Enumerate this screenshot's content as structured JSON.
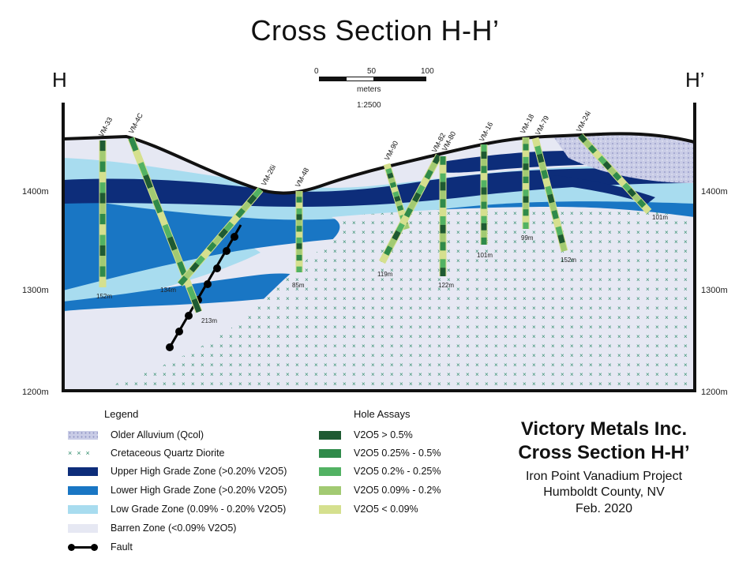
{
  "title": "Cross Section H-H’",
  "ends": {
    "left": "H",
    "right": "H’"
  },
  "scale_bar": {
    "ticks": [
      "0",
      "50",
      "100"
    ],
    "unit": "meters",
    "ratio": "1:2500"
  },
  "elevations": {
    "e1400": "1400m",
    "e1300": "1300m",
    "e1200": "1200m"
  },
  "holes": [
    {
      "name": "VM-33",
      "depth": "152m"
    },
    {
      "name": "VM-4C",
      "depth": "134m"
    },
    {
      "name": "VM-26i",
      "depth": "213m"
    },
    {
      "name": "VM-48",
      "depth": "85m"
    },
    {
      "name": "VM-90",
      "depth": "119m"
    },
    {
      "name": "VM-82",
      "depth": ""
    },
    {
      "name": "VM-80",
      "depth": "122m"
    },
    {
      "name": "VM-16",
      "depth": "101m"
    },
    {
      "name": "VM-18",
      "depth": "99m"
    },
    {
      "name": "VM-79",
      "depth": "152m"
    },
    {
      "name": "VM-24i",
      "depth": "101m"
    }
  ],
  "legend": {
    "title": "Legend",
    "items": [
      {
        "label": "Older Alluvium (Qcol)",
        "color": "#c9cce6"
      },
      {
        "label": "Cretaceous Quartz Diorite",
        "color": "#2e8b6a"
      },
      {
        "label": "Upper High Grade Zone (>0.20% V2O5)",
        "color": "#0d2d7a"
      },
      {
        "label": "Lower High Grade Zone (>0.20% V2O5)",
        "color": "#1976c4"
      },
      {
        "label": "Low Grade Zone (0.09% - 0.20% V2O5)",
        "color": "#a8dcef"
      },
      {
        "label": "Barren Zone (<0.09% V2O5)",
        "color": "#e6e8f3"
      },
      {
        "label": "Fault",
        "color": "#000000"
      }
    ]
  },
  "assays": {
    "title": "Hole Assays",
    "items": [
      {
        "label": "V2O5 > 0.5%",
        "color": "#1e5a32"
      },
      {
        "label": "V2O5 0.25% - 0.5%",
        "color": "#2f8a4a"
      },
      {
        "label": "V2O5 0.2% - 0.25%",
        "color": "#52b263"
      },
      {
        "label": "V2O5 0.09% - 0.2%",
        "color": "#a2ca72"
      },
      {
        "label": "V2O5 < 0.09%",
        "color": "#d5e08e"
      }
    ]
  },
  "company": {
    "name": "Victory Metals Inc.",
    "section": "Cross Section H-H’",
    "project": "Iron Point Vanadium Project",
    "county": "Humboldt County, NV",
    "date": "Feb. 2020"
  }
}
